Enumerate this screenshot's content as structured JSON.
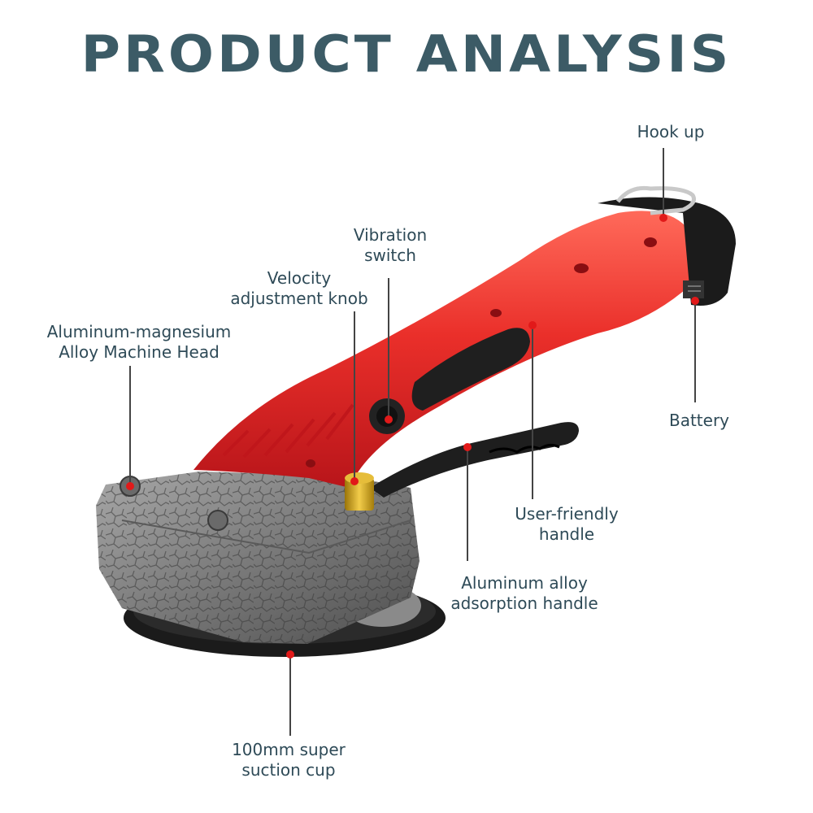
{
  "title": "PRODUCT ANALYSIS",
  "colors": {
    "title": "#3c5b66",
    "label": "#2e4a57",
    "body_red": "#e8302c",
    "grip_black": "#222222",
    "head_grey": "#7d7d7d",
    "brass": "#d4a417",
    "leader_line": "#444444",
    "leader_dot": "#e11919"
  },
  "labels": {
    "hook_up": "Hook up",
    "vibration_switch": [
      "Vibration",
      "switch"
    ],
    "velocity_knob": [
      "Velocity",
      "adjustment knob"
    ],
    "machine_head": [
      "Aluminum-magnesium",
      "Alloy Machine Head"
    ],
    "battery": "Battery",
    "user_handle": [
      "User-friendly",
      "handle"
    ],
    "adsorption_handle": [
      "Aluminum alloy",
      "adsorption handle"
    ],
    "suction_cup": [
      "100mm super",
      "suction cup"
    ]
  }
}
